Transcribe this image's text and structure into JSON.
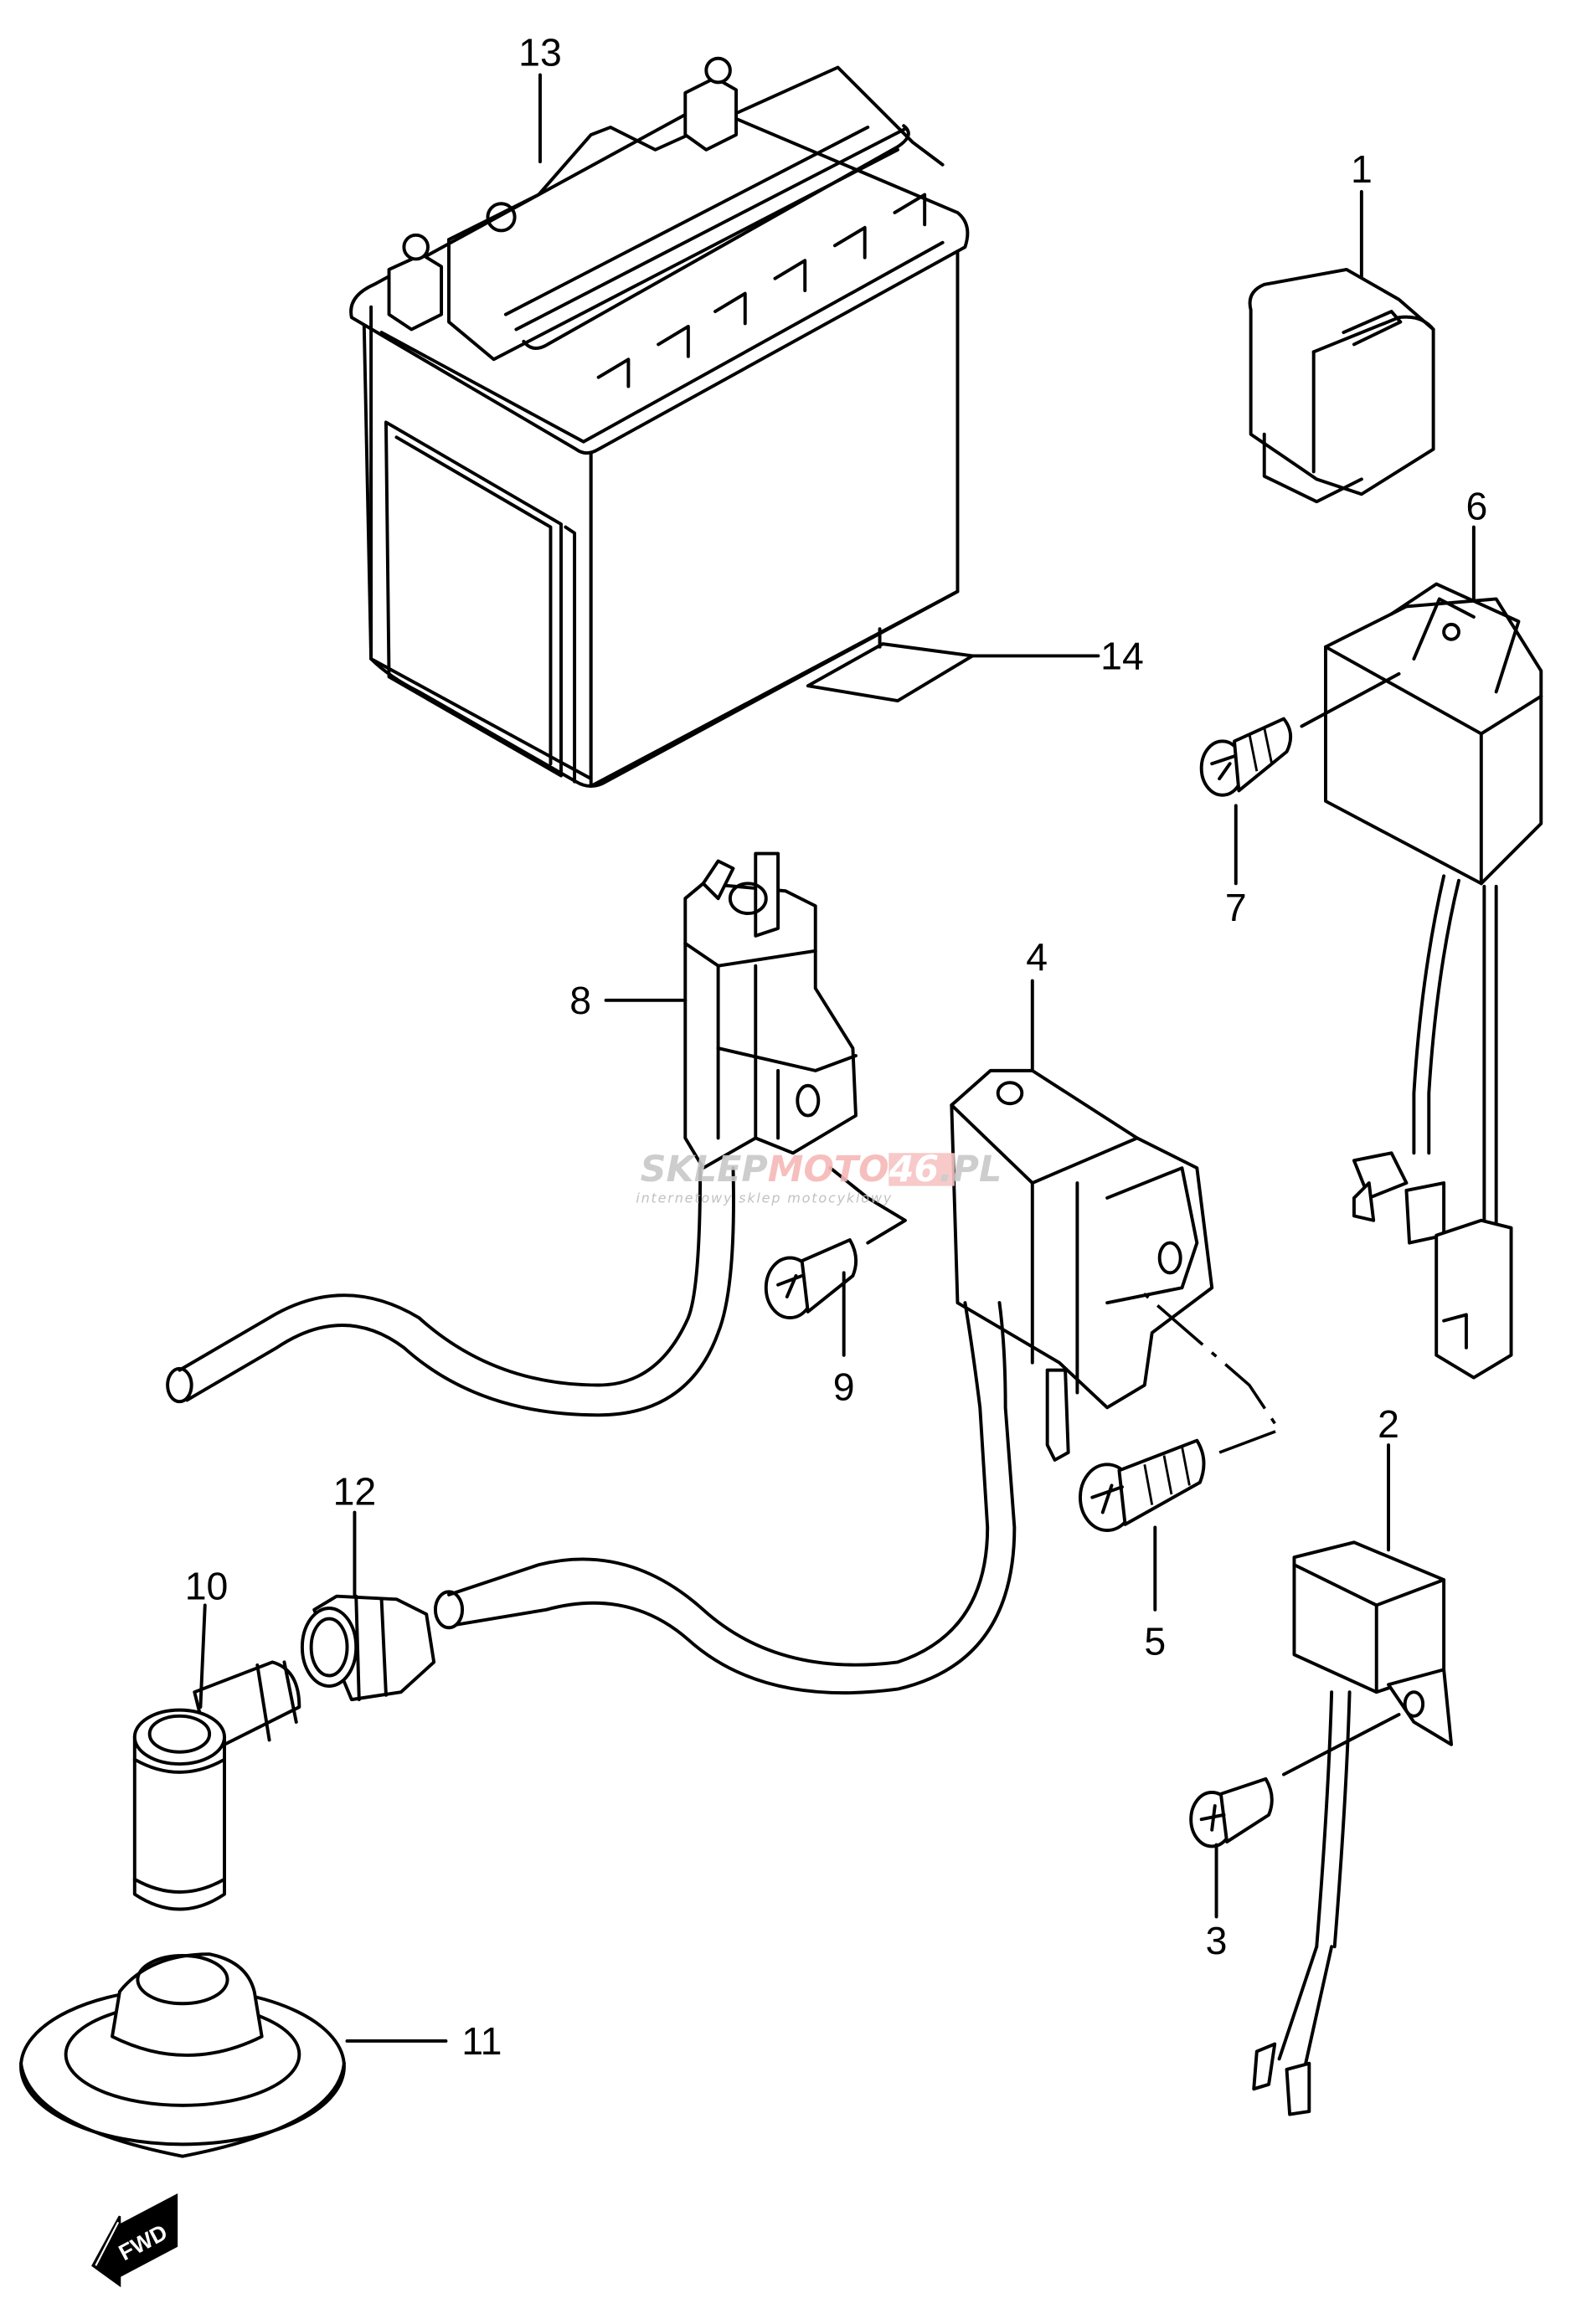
{
  "diagram": {
    "type": "exploded-parts-diagram",
    "subject": "motorcycle electrical parts",
    "callouts": [
      {
        "id": "13",
        "label": "13",
        "part": "battery"
      },
      {
        "id": "14",
        "label": "14",
        "part": "battery pad"
      },
      {
        "id": "1",
        "label": "1",
        "part": "relay"
      },
      {
        "id": "6",
        "label": "6",
        "part": "control unit with harness"
      },
      {
        "id": "7",
        "label": "7",
        "part": "screw"
      },
      {
        "id": "8",
        "label": "8",
        "part": "ignition coil"
      },
      {
        "id": "9",
        "label": "9",
        "part": "screw"
      },
      {
        "id": "4",
        "label": "4",
        "part": "ignition coil"
      },
      {
        "id": "5",
        "label": "5",
        "part": "bolt"
      },
      {
        "id": "2",
        "label": "2",
        "part": "regulator"
      },
      {
        "id": "3",
        "label": "3",
        "part": "screw"
      },
      {
        "id": "12",
        "label": "12",
        "part": "plug cap seal"
      },
      {
        "id": "10",
        "label": "10",
        "part": "spark plug cap"
      },
      {
        "id": "11",
        "label": "11",
        "part": "boot cover"
      }
    ],
    "direction_indicator": {
      "label": "FWD",
      "icon": "fwd-arrow-icon"
    }
  },
  "watermark": {
    "brand_part1": "SKLEP",
    "brand_part2": "MOTO",
    "brand_part3": "46",
    "brand_part4": ".PL",
    "tagline": "internetowy sklep motocyklowy",
    "colors": {
      "gray": "#c8c8c8",
      "pink": "#f7b8b8",
      "pink_bg": "#f7c4c4"
    }
  }
}
